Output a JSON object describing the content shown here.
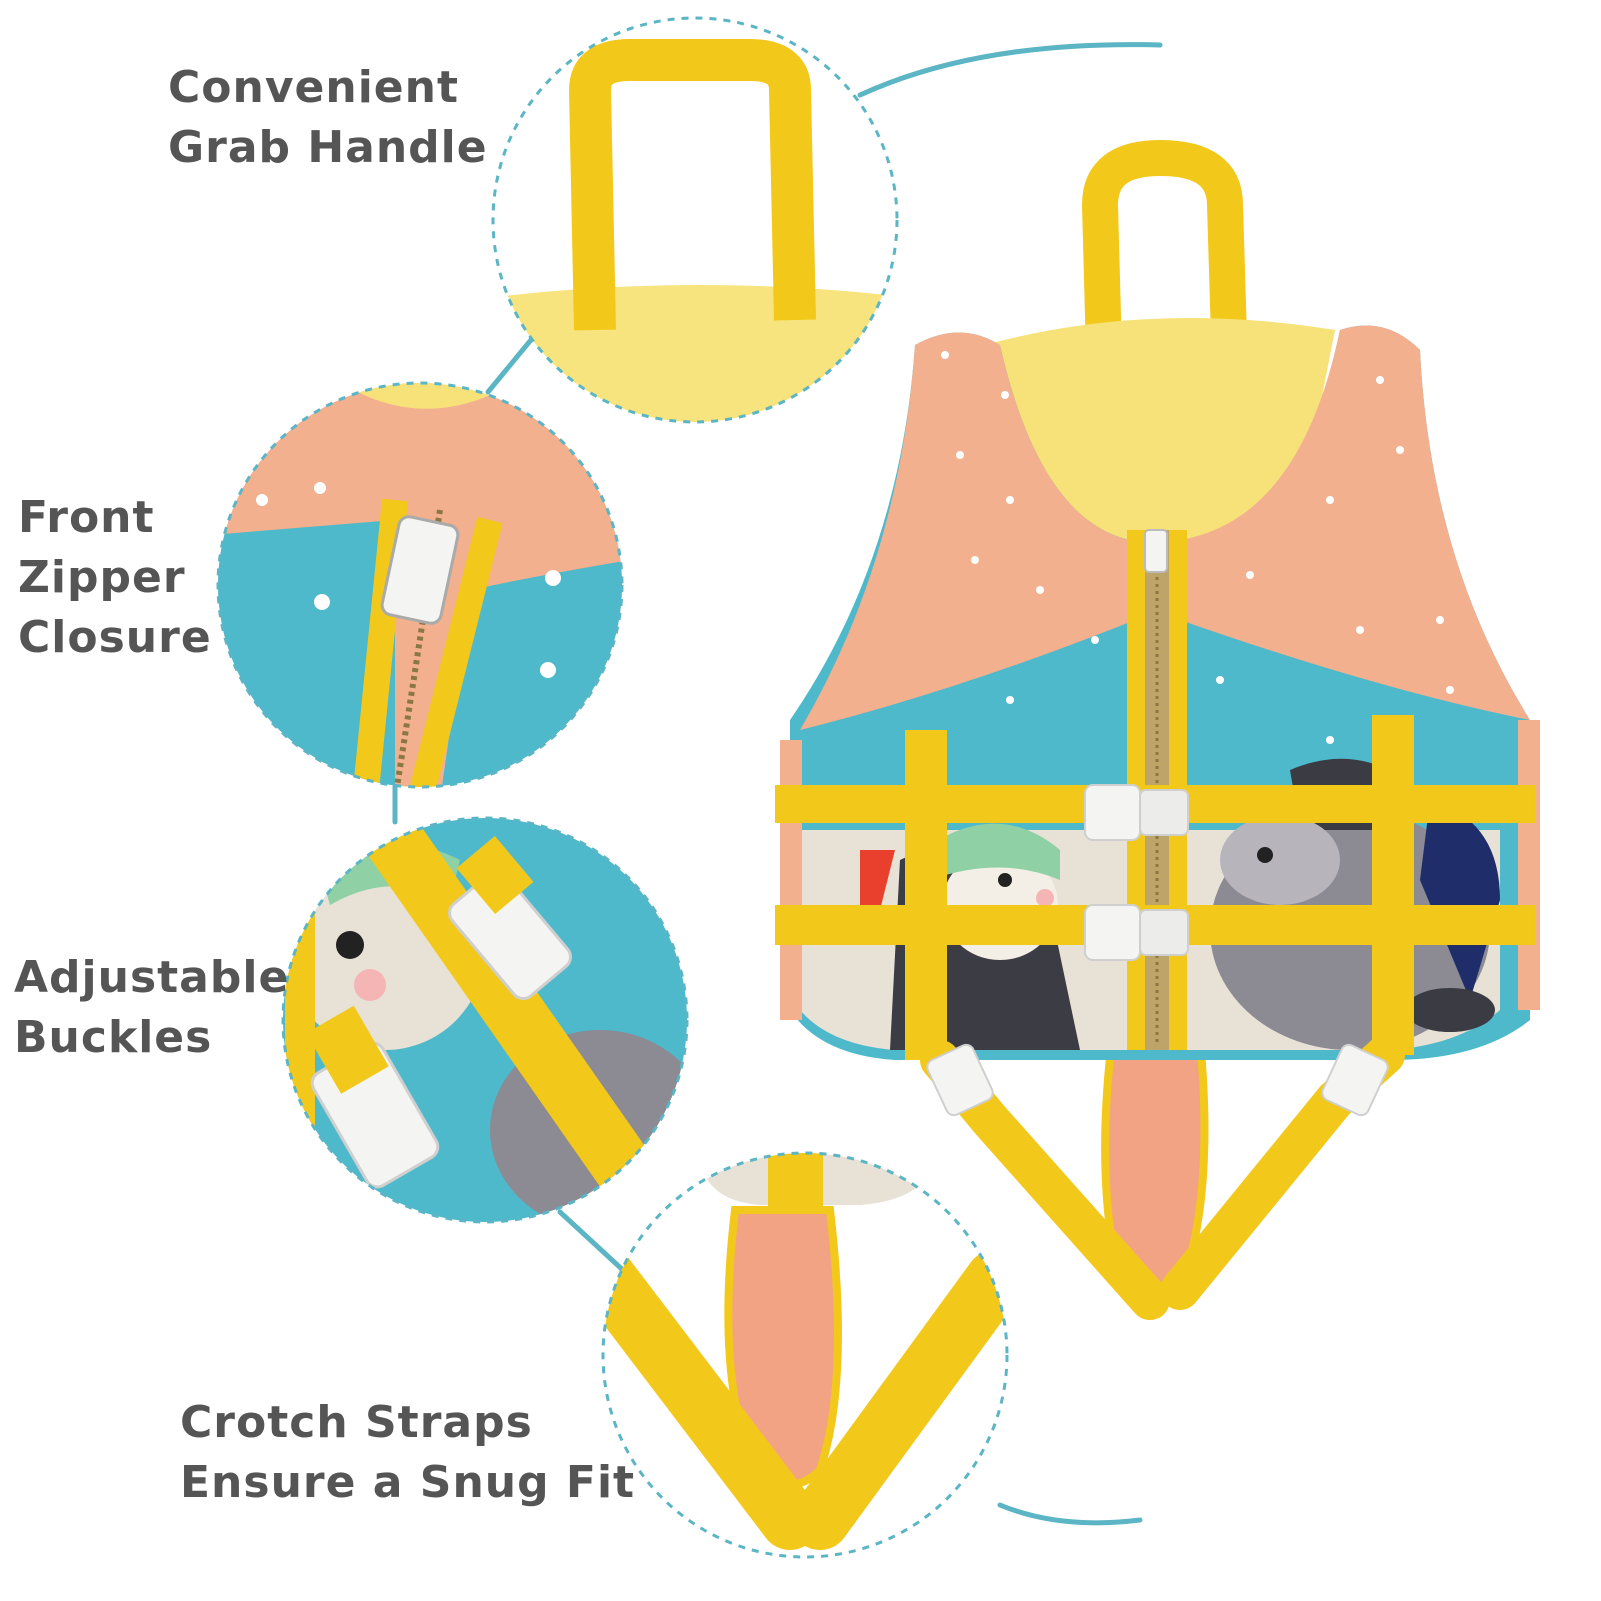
{
  "features": [
    {
      "id": "grab-handle",
      "lines": [
        "Convenient",
        "Grab Handle"
      ]
    },
    {
      "id": "front-zipper",
      "lines": [
        "Front",
        "Zipper",
        "Closure"
      ]
    },
    {
      "id": "adjustable-buckles",
      "lines": [
        "Adjustable",
        "Buckles"
      ]
    },
    {
      "id": "crotch-straps",
      "lines": [
        "Crotch Straps",
        "Ensure a Snug Fit"
      ]
    }
  ],
  "colors": {
    "accent": "#5bb5c4",
    "text": "#555555",
    "strap": "#f2c81a",
    "peach": "#f2b08e",
    "aqua": "#4fb9cc",
    "lining": "#f7e27a",
    "buckle": "#f4f4f2"
  }
}
